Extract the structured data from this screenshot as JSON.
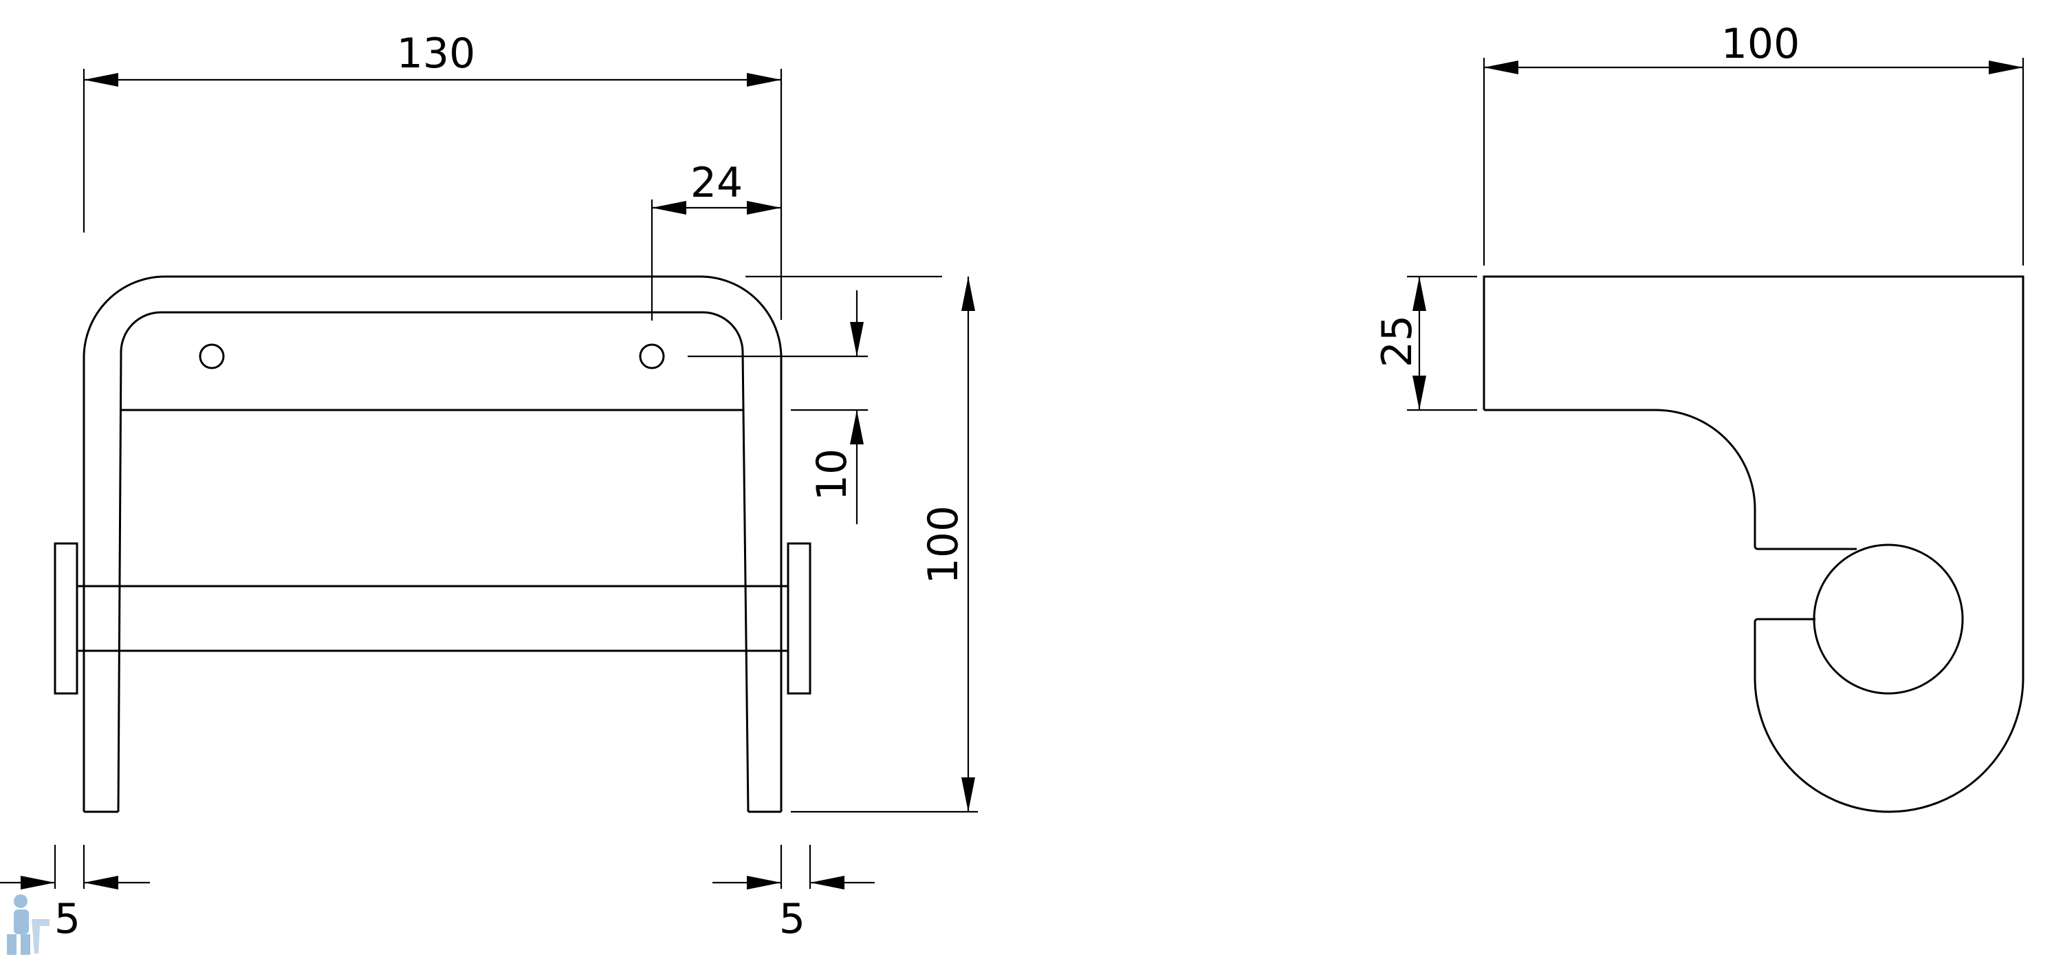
{
  "drawing": {
    "front_view": {
      "dimensions": {
        "overall_width": "130",
        "hole_offset": "24",
        "hole_spacing_v": "10",
        "overall_height": "100",
        "left_thickness": "5",
        "right_thickness": "5"
      }
    },
    "side_view": {
      "dimensions": {
        "depth": "100",
        "plate_height": "25"
      }
    },
    "logo": {
      "icon": "plumber-logo-icon",
      "color": "#8fb6d8"
    }
  }
}
